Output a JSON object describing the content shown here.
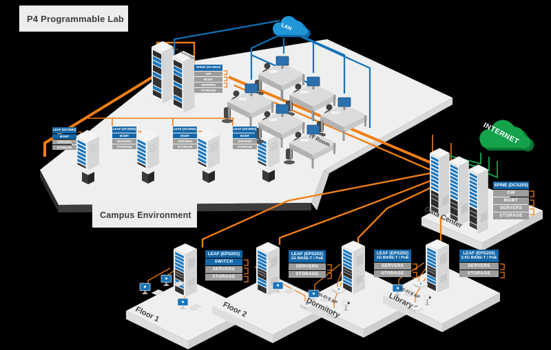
{
  "titles": {
    "lab": "P4 Programmable Lab",
    "campus": "Campus Environment"
  },
  "clouds": {
    "lan": "LAN",
    "internet": "INTERNET"
  },
  "lab": {
    "controller": "SDN Controller",
    "room": "IT Room",
    "spine": {
      "title": "SPINE (DCS810)",
      "rows": [
        "GW",
        "MGMT",
        "SERVERS",
        "STORAGE"
      ]
    },
    "leaf1": {
      "title": "LEAF (DCS802)",
      "rows": [
        "MGMT",
        "SERVERS",
        "STORAGE"
      ]
    },
    "leaf2": {
      "title": "LEAF (DCS800)",
      "rows": [
        "MGMT",
        "SERVERS",
        "STORAGE"
      ]
    },
    "leaf3": {
      "title": "LEAF (DCS801)",
      "rows": [
        "MGMT",
        "SERVERS",
        "STORAGE"
      ]
    },
    "leaf4": {
      "title": "LEAF (DCS803)",
      "rows": [
        "MGMT",
        "SERVERS",
        "STORAGE"
      ]
    }
  },
  "datacenter": {
    "label": "Data Center",
    "spine": {
      "title": "SPINE (DCS203)",
      "rows": [
        "GW",
        "MGMT",
        "SERVERS",
        "STORAGE"
      ]
    }
  },
  "campus": {
    "floor1": {
      "name": "Floor 1",
      "device": {
        "title": "LEAF (EPS201)",
        "rows": [
          "SWITCH",
          "SERVERS",
          "STORAGE"
        ]
      }
    },
    "floor2": {
      "name": "Floor 2",
      "device": {
        "title": "LEAF (EPS202)",
        "subtitle": "1G BASE-T / PoE",
        "rows": [
          "SERVERS",
          "STORAGE"
        ]
      }
    },
    "dormitory": {
      "name": "Dormitory",
      "ap": "Wi-Fi 5 AP",
      "device": {
        "title": "LEAF (EPS202)",
        "subtitle": "1G BASE-T / PoE",
        "rows": [
          "SERVERS",
          "STORAGE"
        ]
      }
    },
    "library": {
      "name": "Library",
      "ap": "Wi-Fi 6 AP",
      "device": {
        "title": "LEAF (EPS203)",
        "subtitle": "2.5G BASE-T / PoE",
        "rows": [
          "SERVERS",
          "STORAGE"
        ]
      }
    }
  },
  "colors": {
    "orange": "#F07E14",
    "blue": "#1272B9",
    "green": "#149C49",
    "header_blue": "#1467A8",
    "row_gray": "#9D9D9C"
  }
}
